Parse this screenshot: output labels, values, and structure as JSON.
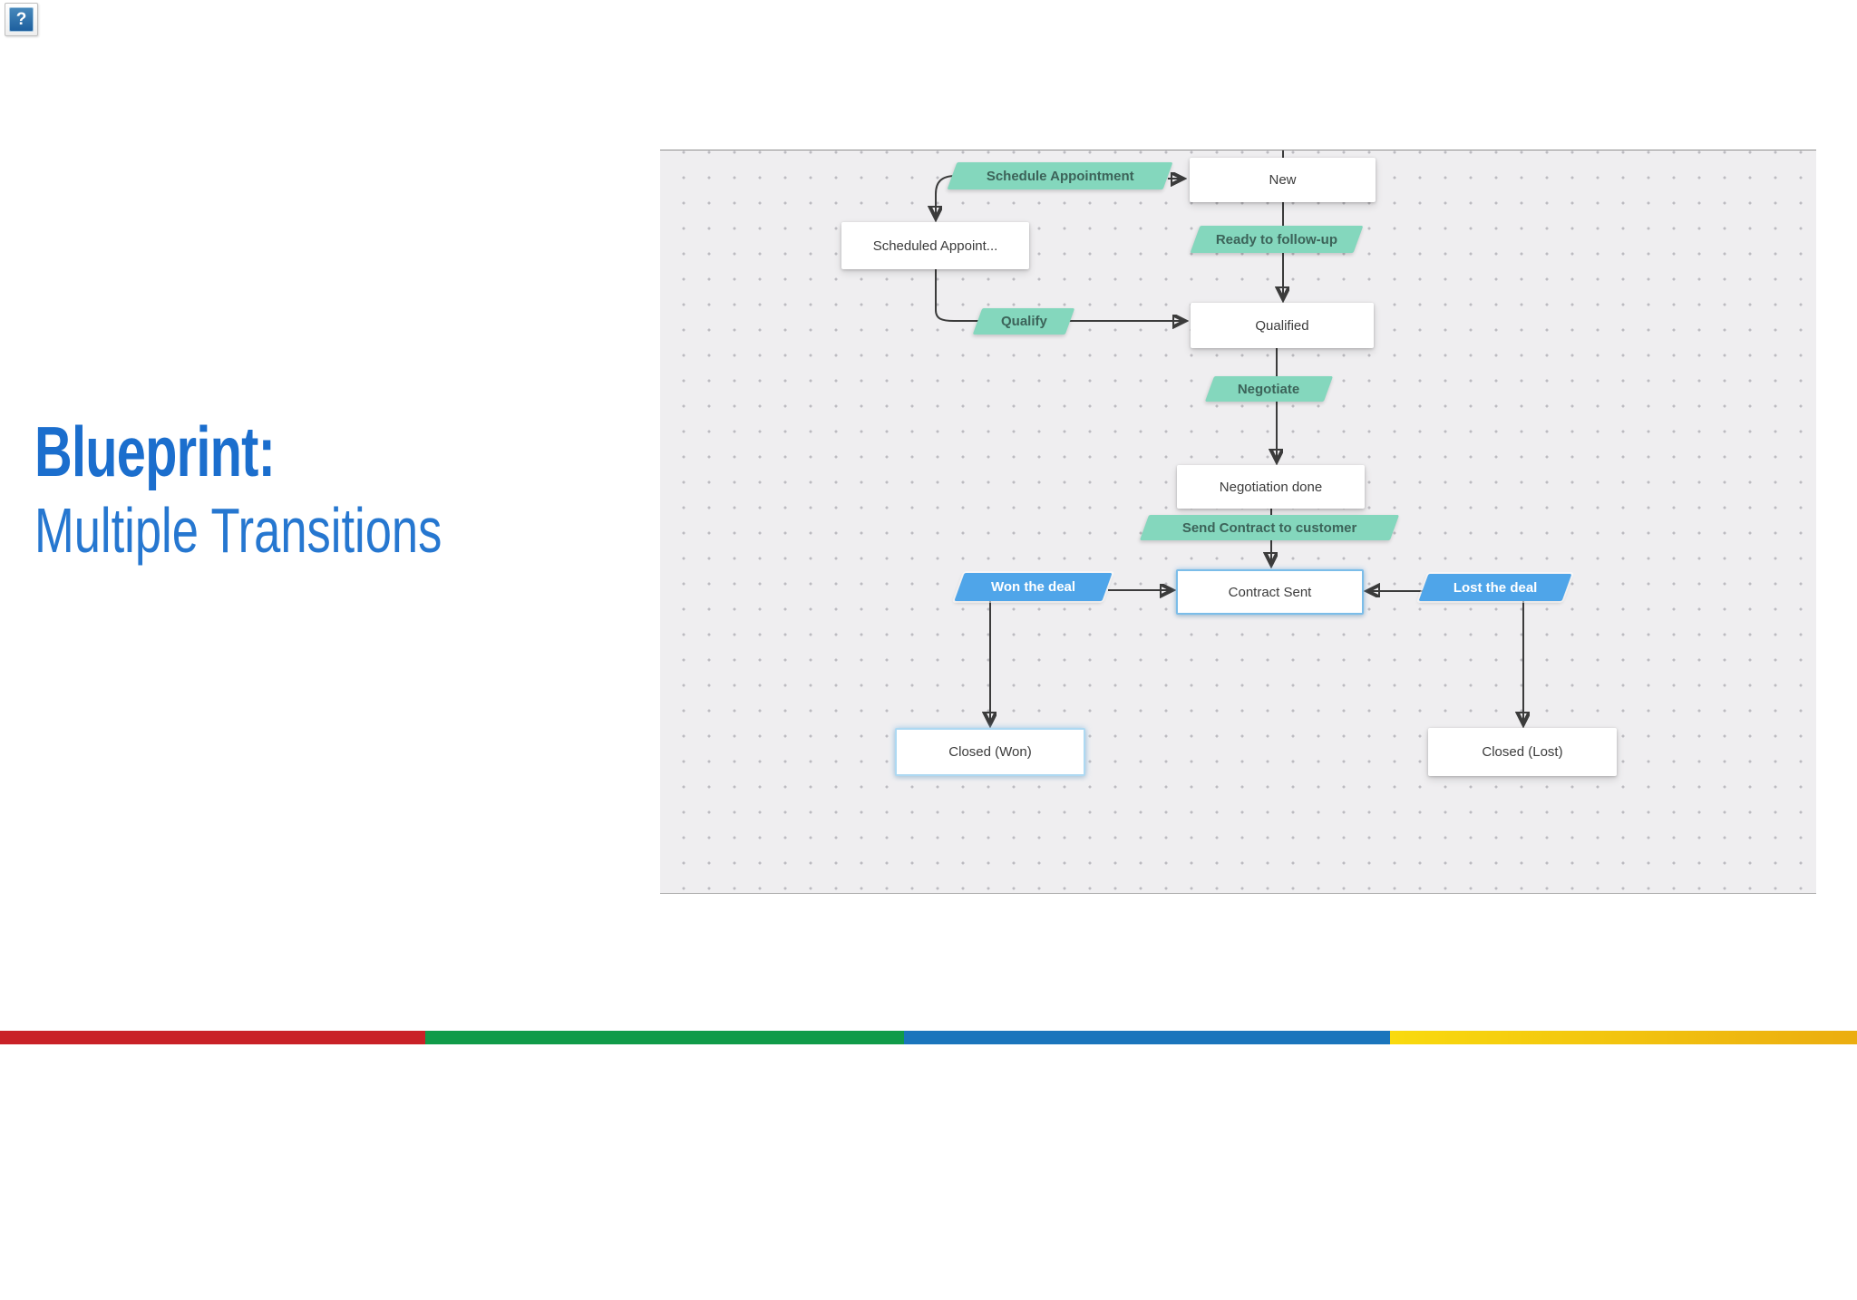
{
  "help": {
    "glyph": "?"
  },
  "title": {
    "heading": "Blueprint:",
    "subheading": "Multiple Transitions",
    "heading_color": "#1b6ecd",
    "subheading_color": "#2677d0"
  },
  "diagram": {
    "states": [
      {
        "label": "New",
        "highlighted": false
      },
      {
        "label": "Scheduled Appoint...",
        "highlighted": false
      },
      {
        "label": "Qualified",
        "highlighted": false
      },
      {
        "label": "Negotiation done",
        "highlighted": false
      },
      {
        "label": "Contract Sent",
        "highlighted": true
      },
      {
        "label": "Closed (Won)",
        "highlighted": true
      },
      {
        "label": "Closed (Lost)",
        "highlighted": false
      }
    ],
    "transitions": [
      {
        "label": "Schedule Appointment",
        "style": "green"
      },
      {
        "label": "Ready to follow-up",
        "style": "green"
      },
      {
        "label": "Qualify",
        "style": "green"
      },
      {
        "label": "Negotiate",
        "style": "green"
      },
      {
        "label": "Send Contract to customer",
        "style": "green"
      },
      {
        "label": "Won the deal",
        "style": "blue"
      },
      {
        "label": "Lost the deal",
        "style": "blue"
      }
    ],
    "colors": {
      "transition_green": "#84d7bd",
      "transition_green_text": "#3c6359",
      "transition_blue": "#4fa5e9",
      "state_bg": "#ffffff",
      "state_text": "#3b3b3b",
      "highlight_border": "#7bbde9",
      "connector": "#3b3b3b",
      "canvas_bg": "#efeef0",
      "canvas_dots": "#bcbbc0"
    }
  },
  "footer_bar": {
    "segments": [
      {
        "name": "red",
        "color": "#c92127"
      },
      {
        "name": "green",
        "color": "#109b49"
      },
      {
        "name": "blue",
        "color": "#1a75bc"
      },
      {
        "name": "yellow",
        "color": "#f9da0e"
      }
    ]
  }
}
